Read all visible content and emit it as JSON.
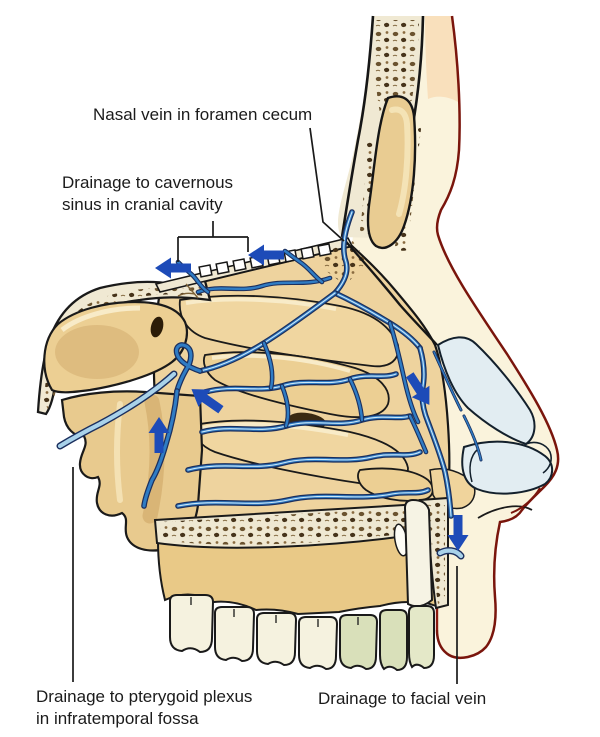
{
  "figure": {
    "labels": {
      "foramen_cecum": {
        "text": "Nasal vein in foramen cecum"
      },
      "cavernous": {
        "line1": "Drainage to cavernous",
        "line2": "sinus in cranial cavity"
      },
      "pterygoid": {
        "line1": "Drainage to pterygoid plexus",
        "line2": "in infratemporal fossa"
      },
      "facial": {
        "text": "Drainage to facial vein"
      }
    },
    "colors": {
      "background": "#ffffff",
      "vein_blue": "#2f7cc4",
      "vein_outline": "#1b2f5e",
      "vein_highlight": "#cde7f8",
      "cut_vein_light_blue": "#a9d2ea",
      "arrow_blue": "#1d4bb8",
      "bone_cream": "#f0e9d3",
      "bone_tan": "#ecd09a",
      "spongy_brown": "#6b532f",
      "cartilage_blue_gray": "#e2edf2",
      "skin_cream": "#faf3dc",
      "skin_outline_red": "#7a150c",
      "teeth_ivory": "#f5f2df",
      "teeth_green": "#d9e0ba",
      "label_text": "#1b1b1b"
    }
  }
}
